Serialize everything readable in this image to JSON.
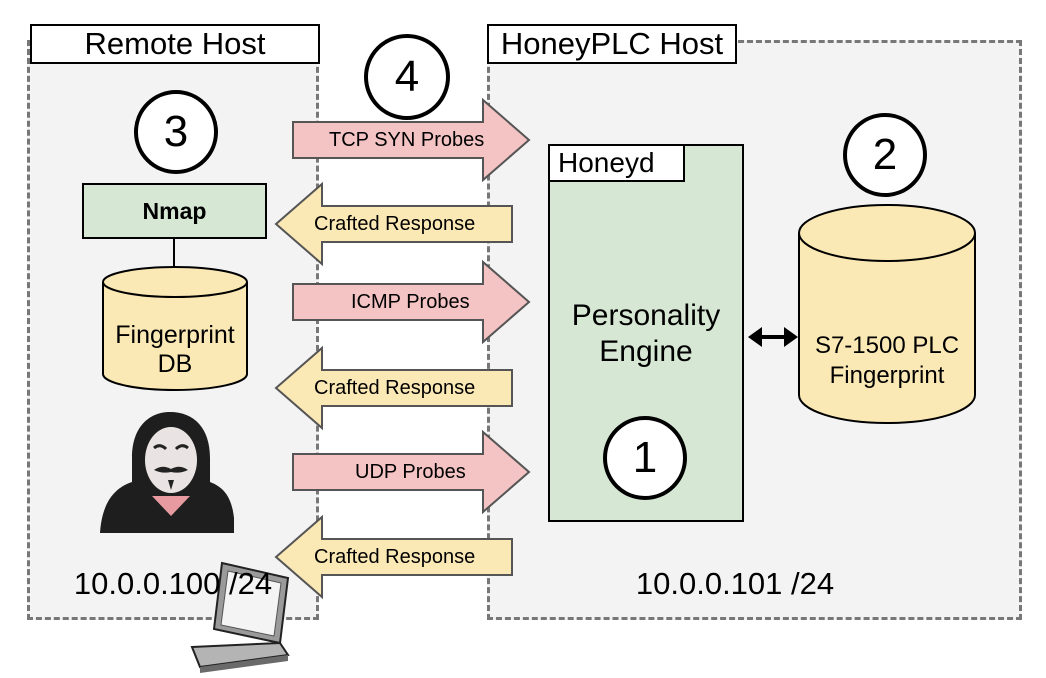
{
  "remote_host": {
    "title": "Remote Host",
    "ip": "10.0.0.100 /24",
    "step": "3",
    "nmap_label": "Nmap",
    "db_label_line1": "Fingerprint",
    "db_label_line2": "DB"
  },
  "honeyplc_host": {
    "title": "HoneyPLC Host",
    "ip": "10.0.0.101 /24",
    "honeyd_label": "Honeyd",
    "engine_line1": "Personality",
    "engine_line2": "Engine",
    "engine_step": "1",
    "fingerprint_step": "2",
    "fingerprint_line1": "S7-1500 PLC",
    "fingerprint_line2": "Fingerprint"
  },
  "exchange_step": "4",
  "arrows": [
    {
      "label": "TCP SYN Probes",
      "direction": "right"
    },
    {
      "label": "Crafted Response",
      "direction": "left"
    },
    {
      "label": "ICMP Probes",
      "direction": "right"
    },
    {
      "label": "Crafted Response",
      "direction": "left"
    },
    {
      "label": "UDP Probes",
      "direction": "right"
    },
    {
      "label": "Crafted Response",
      "direction": "left"
    }
  ],
  "colors": {
    "probe_fill": "#f4c4c4",
    "response_fill": "#fbe9b5",
    "green_fill": "#d6e8d4",
    "cylinder_fill": "#fbe9b5"
  },
  "icons": [
    "attacker-icon",
    "laptop-icon",
    "database-icon"
  ]
}
